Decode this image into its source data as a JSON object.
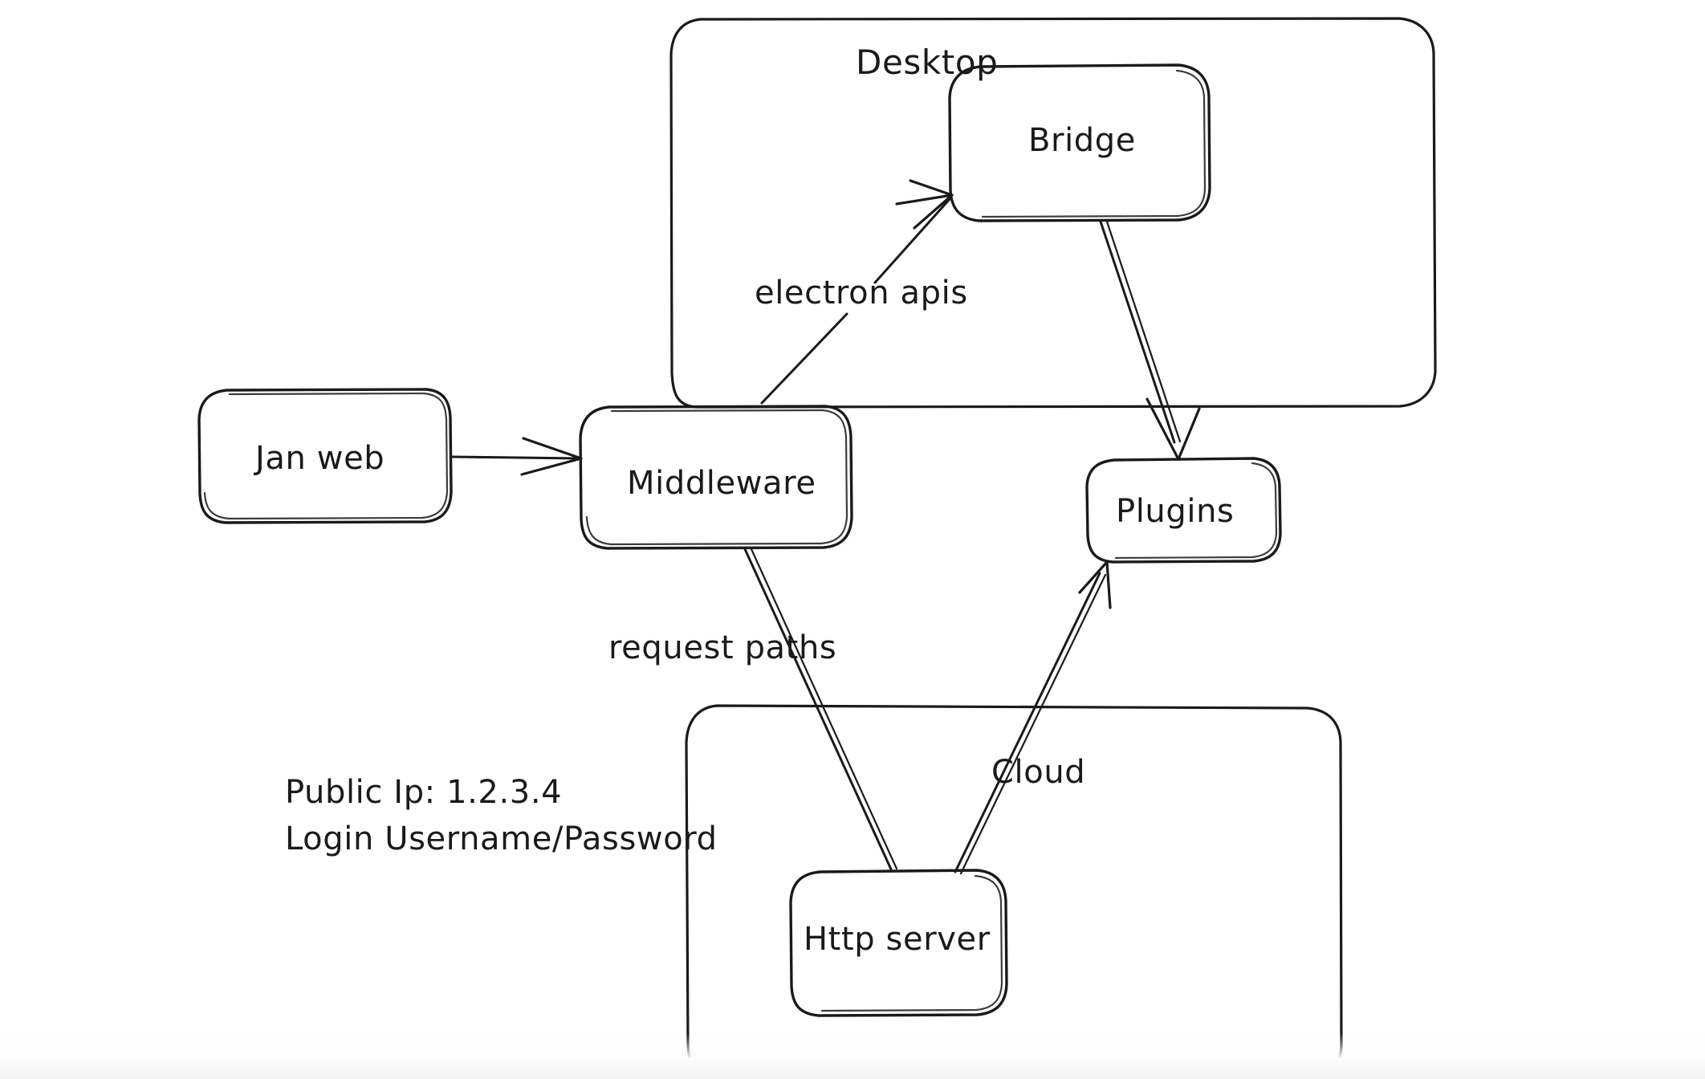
{
  "diagram": {
    "title": "Jan architecture sketch",
    "style": "hand-drawn whiteboard sketch",
    "background_color": "#ffffff",
    "stroke_color": "#1a1a1a",
    "containers": [
      {
        "id": "desktop",
        "label": "Desktop"
      },
      {
        "id": "cloud",
        "label": ""
      }
    ],
    "nodes": [
      {
        "id": "jan-web",
        "label": "Jan web"
      },
      {
        "id": "middleware",
        "label": "Middleware"
      },
      {
        "id": "bridge",
        "label": "Bridge"
      },
      {
        "id": "plugins",
        "label": "Plugins"
      },
      {
        "id": "http-server",
        "label": "Http server"
      }
    ],
    "edges": [
      {
        "id": "janweb-middleware",
        "from": "jan-web",
        "to": "middleware",
        "label": ""
      },
      {
        "id": "middleware-bridge",
        "from": "middleware",
        "to": "bridge",
        "label": "electron apis"
      },
      {
        "id": "bridge-plugins",
        "from": "bridge",
        "to": "plugins",
        "label": ""
      },
      {
        "id": "middleware-httpserver",
        "from": "middleware",
        "to": "http-server",
        "label": "request paths"
      },
      {
        "id": "httpserver-plugins",
        "from": "http-server",
        "to": "plugins",
        "label": "Cloud"
      }
    ],
    "notes": [
      {
        "id": "public-ip",
        "text": "Public Ip: 1.2.3.4"
      },
      {
        "id": "login",
        "text": "Login Username/Password"
      }
    ]
  }
}
